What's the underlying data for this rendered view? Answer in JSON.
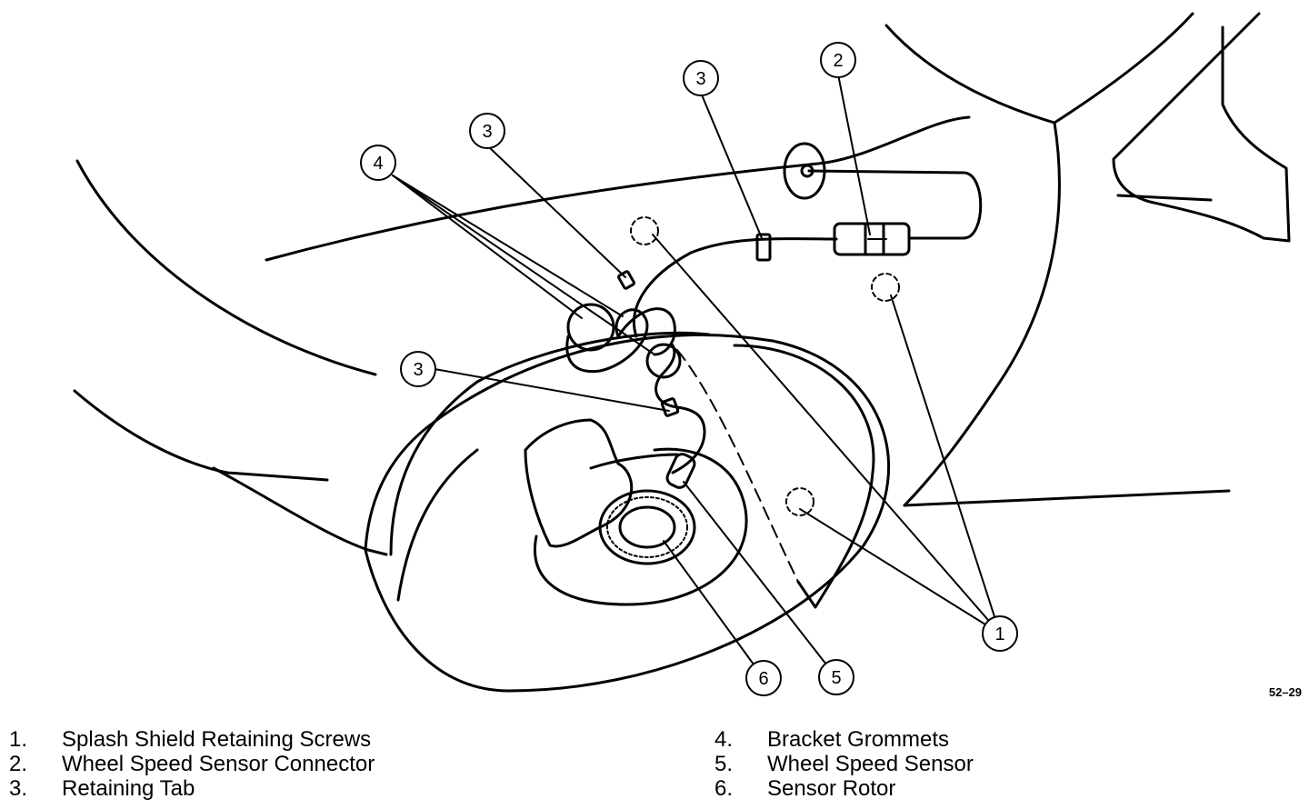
{
  "figure_id": "52–29",
  "callouts": {
    "c1": "1",
    "c2": "2",
    "c3a": "3",
    "c3b": "3",
    "c3c": "3",
    "c4": "4",
    "c5": "5",
    "c6": "6"
  },
  "legend": {
    "left": [
      {
        "num": "1.",
        "label": "Splash Shield Retaining Screws"
      },
      {
        "num": "2.",
        "label": "Wheel Speed Sensor Connector"
      },
      {
        "num": "3.",
        "label": "Retaining Tab"
      }
    ],
    "right": [
      {
        "num": "4.",
        "label": "Bracket Grommets"
      },
      {
        "num": "5.",
        "label": "Wheel Speed Sensor"
      },
      {
        "num": "6.",
        "label": "Sensor Rotor"
      }
    ]
  }
}
